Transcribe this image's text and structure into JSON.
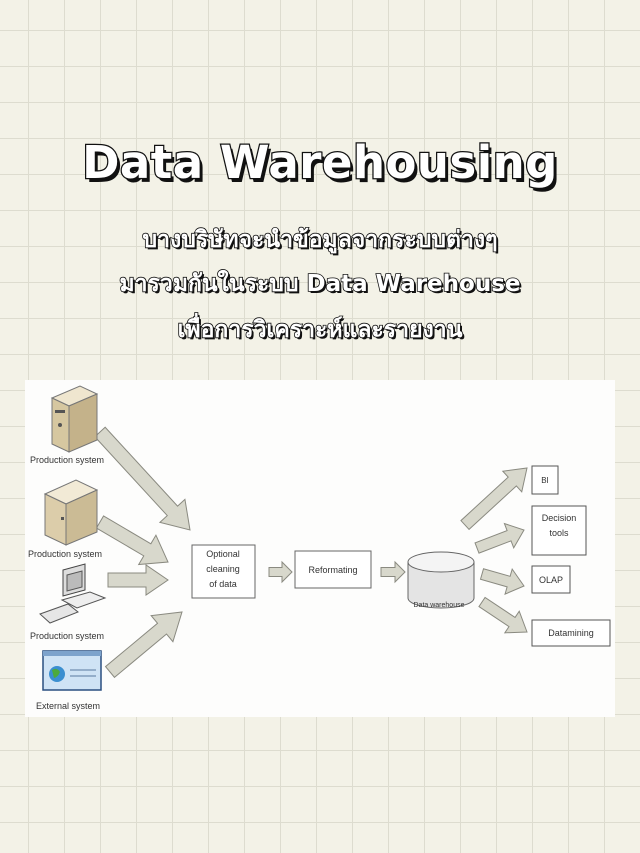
{
  "title": "Data Warehousing",
  "subtitle_lines": [
    "บางบริษัทจะนำข้อมูลจากระบบต่างๆ",
    "มารวมกันในระบบ Data Warehouse",
    "เพื่อการวิเคราะห์และรายงาน"
  ],
  "diagram": {
    "sources": [
      "Production system",
      "Production system",
      "Production system",
      "External system"
    ],
    "cleaning": [
      "Optional",
      "cleaning",
      "of data"
    ],
    "reformatting": "Reformating",
    "warehouse": "Data warehouse",
    "outputs": {
      "bi": "BI",
      "decision": [
        "Decision",
        "tools"
      ],
      "olap": "OLAP",
      "datamining": "Datamining"
    }
  },
  "colors": {
    "arrow_fill": "#d8d8cc",
    "arrow_stroke": "#8a8a80"
  }
}
